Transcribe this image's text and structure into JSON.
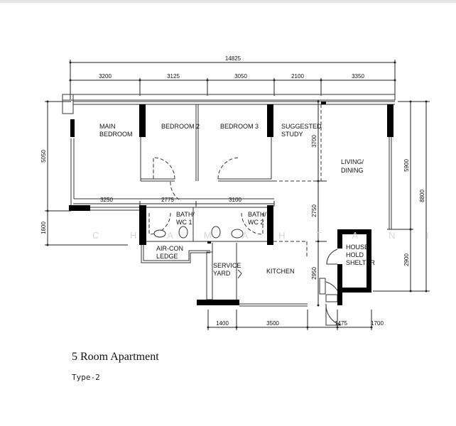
{
  "plan": {
    "title": "5 Room Apartment",
    "subtitle": "Type-2",
    "watermark": "C H A   M A H T A N I",
    "rooms": {
      "main_bedroom": [
        "MAIN",
        "BEDROOM"
      ],
      "bedroom2": "BEDROOM 2",
      "bedroom3": "BEDROOM 3",
      "study": [
        "SUGGESTED",
        "STUDY"
      ],
      "living": [
        "LIVING/",
        "DINING"
      ],
      "bath1": [
        "BATH/",
        "WC 1"
      ],
      "bath2": [
        "BATH/",
        "WC 2"
      ],
      "aircon": [
        "AIR-CON",
        "LEDGE"
      ],
      "service": [
        "SERVICE",
        "YARD"
      ],
      "kitchen": "KITCHEN",
      "shelter": [
        "HOUSE-",
        "HOLD",
        "SHELTER"
      ]
    },
    "dims": {
      "overall": "14825",
      "top": [
        "3200",
        "3125",
        "3050",
        "2100",
        "3350"
      ],
      "middle": [
        "3250",
        "2775",
        "3100"
      ],
      "bottom": [
        "1400",
        "3500",
        "1475",
        "1700"
      ],
      "left": [
        "5050",
        "1600"
      ],
      "inner": [
        "3700",
        "2750",
        "2950"
      ],
      "right": [
        "5900",
        "2900"
      ],
      "right_overall": "8800"
    }
  }
}
